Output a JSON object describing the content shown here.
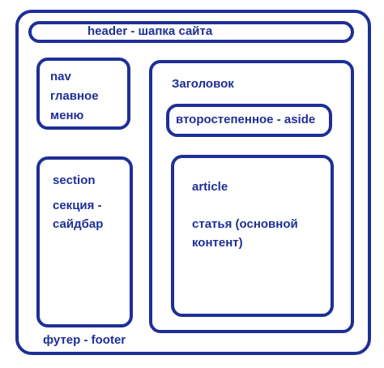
{
  "colors": {
    "stroke": "#1e2f96",
    "background": "#ffffff"
  },
  "header": {
    "label": "header - шапка сайта"
  },
  "nav": {
    "lines": [
      "nav",
      "главное",
      "меню"
    ]
  },
  "section": {
    "lines": [
      "section",
      "секция -",
      "сайдбар"
    ]
  },
  "main": {
    "label": "Заголовок"
  },
  "aside": {
    "label": "второстепенное - aside"
  },
  "article": {
    "lines": [
      "article",
      "статья (основной",
      "контент)"
    ]
  },
  "footer": {
    "label": "футер - footer"
  }
}
